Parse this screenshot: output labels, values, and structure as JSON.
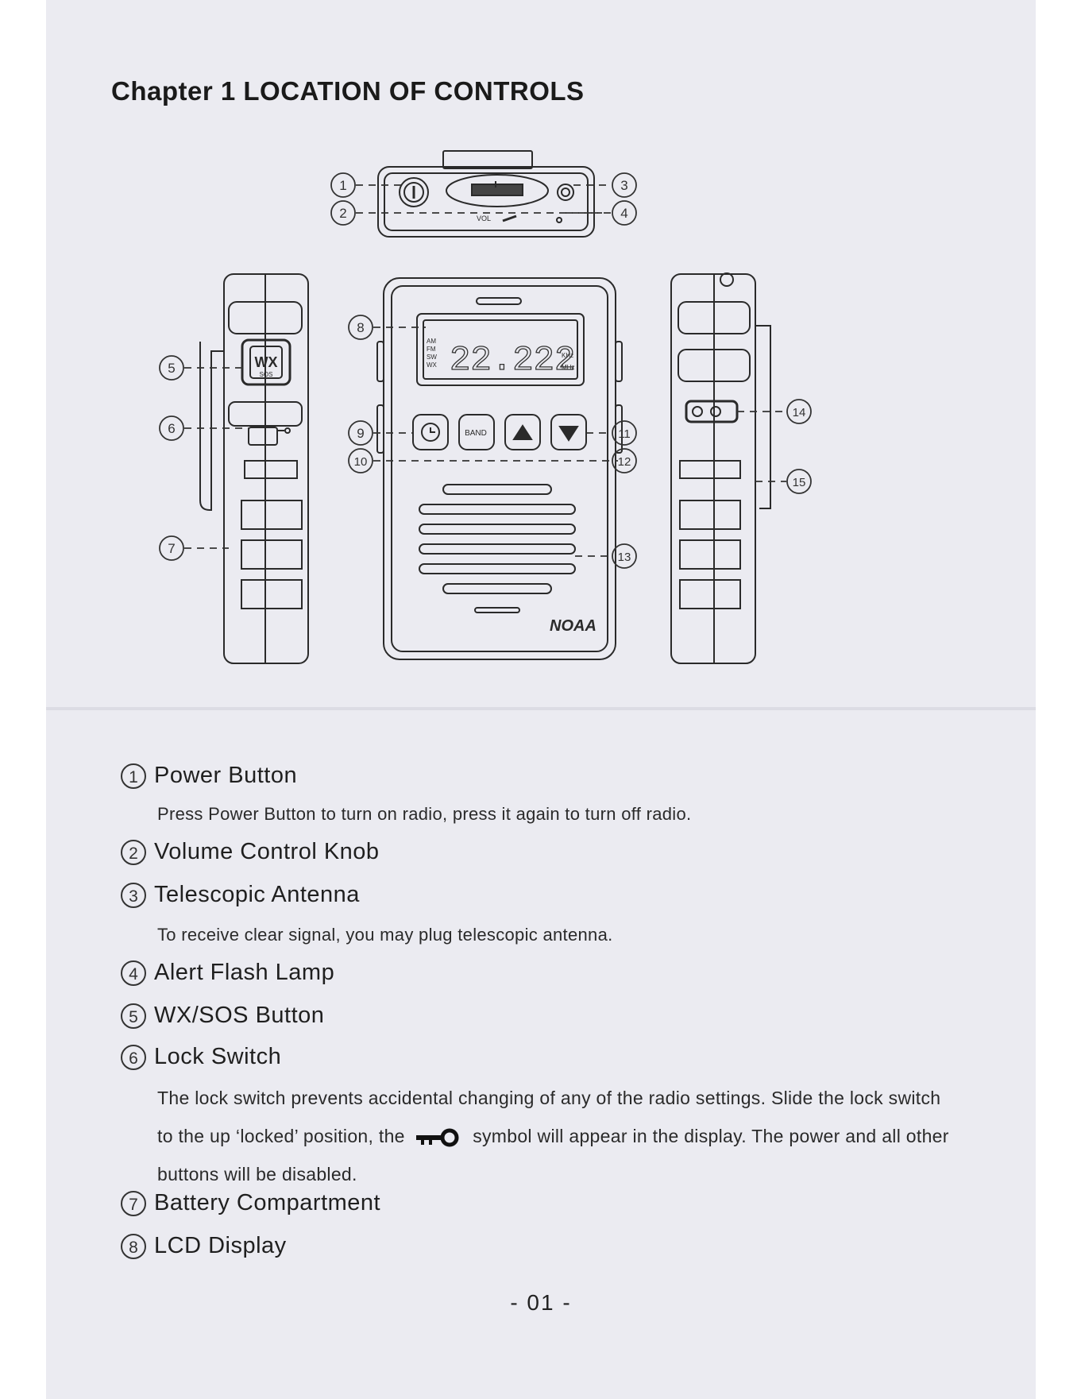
{
  "title": "Chapter 1 LOCATION OF CONTROLS",
  "callouts": [
    "1",
    "2",
    "3",
    "4",
    "5",
    "6",
    "7",
    "8",
    "9",
    "10",
    "11",
    "12",
    "13",
    "14",
    "15"
  ],
  "device_labels": {
    "volume": "VOL",
    "wx": "WX",
    "sos": "SOS",
    "band": "BAND",
    "lcd_digits": "22.222",
    "lcd_modes": [
      "AM",
      "FM",
      "SW",
      "WX"
    ],
    "lcd_units": [
      "KHz",
      "MHz"
    ],
    "noaa": "NOAA"
  },
  "items": [
    {
      "num": "1",
      "title": "Power Button",
      "desc": "Press Power Button to turn on radio, press it again to turn off radio."
    },
    {
      "num": "2",
      "title": "Volume Control Knob"
    },
    {
      "num": "3",
      "title": "Telescopic Antenna",
      "desc": "To receive clear signal, you may plug telescopic antenna."
    },
    {
      "num": "4",
      "title": "Alert Flash Lamp"
    },
    {
      "num": "5",
      "title": "WX/SOS Button"
    },
    {
      "num": "6",
      "title": "Lock Switch",
      "desc_before": "The lock switch prevents accidental changing of any of the radio settings. Slide the lock switch to the up ‘locked’ position, the",
      "desc_after": "symbol will appear in the display. The power and all other buttons will be disabled."
    },
    {
      "num": "7",
      "title": "Battery Compartment"
    },
    {
      "num": "8",
      "title": "LCD Display"
    }
  ],
  "page_number": "- 01 -"
}
